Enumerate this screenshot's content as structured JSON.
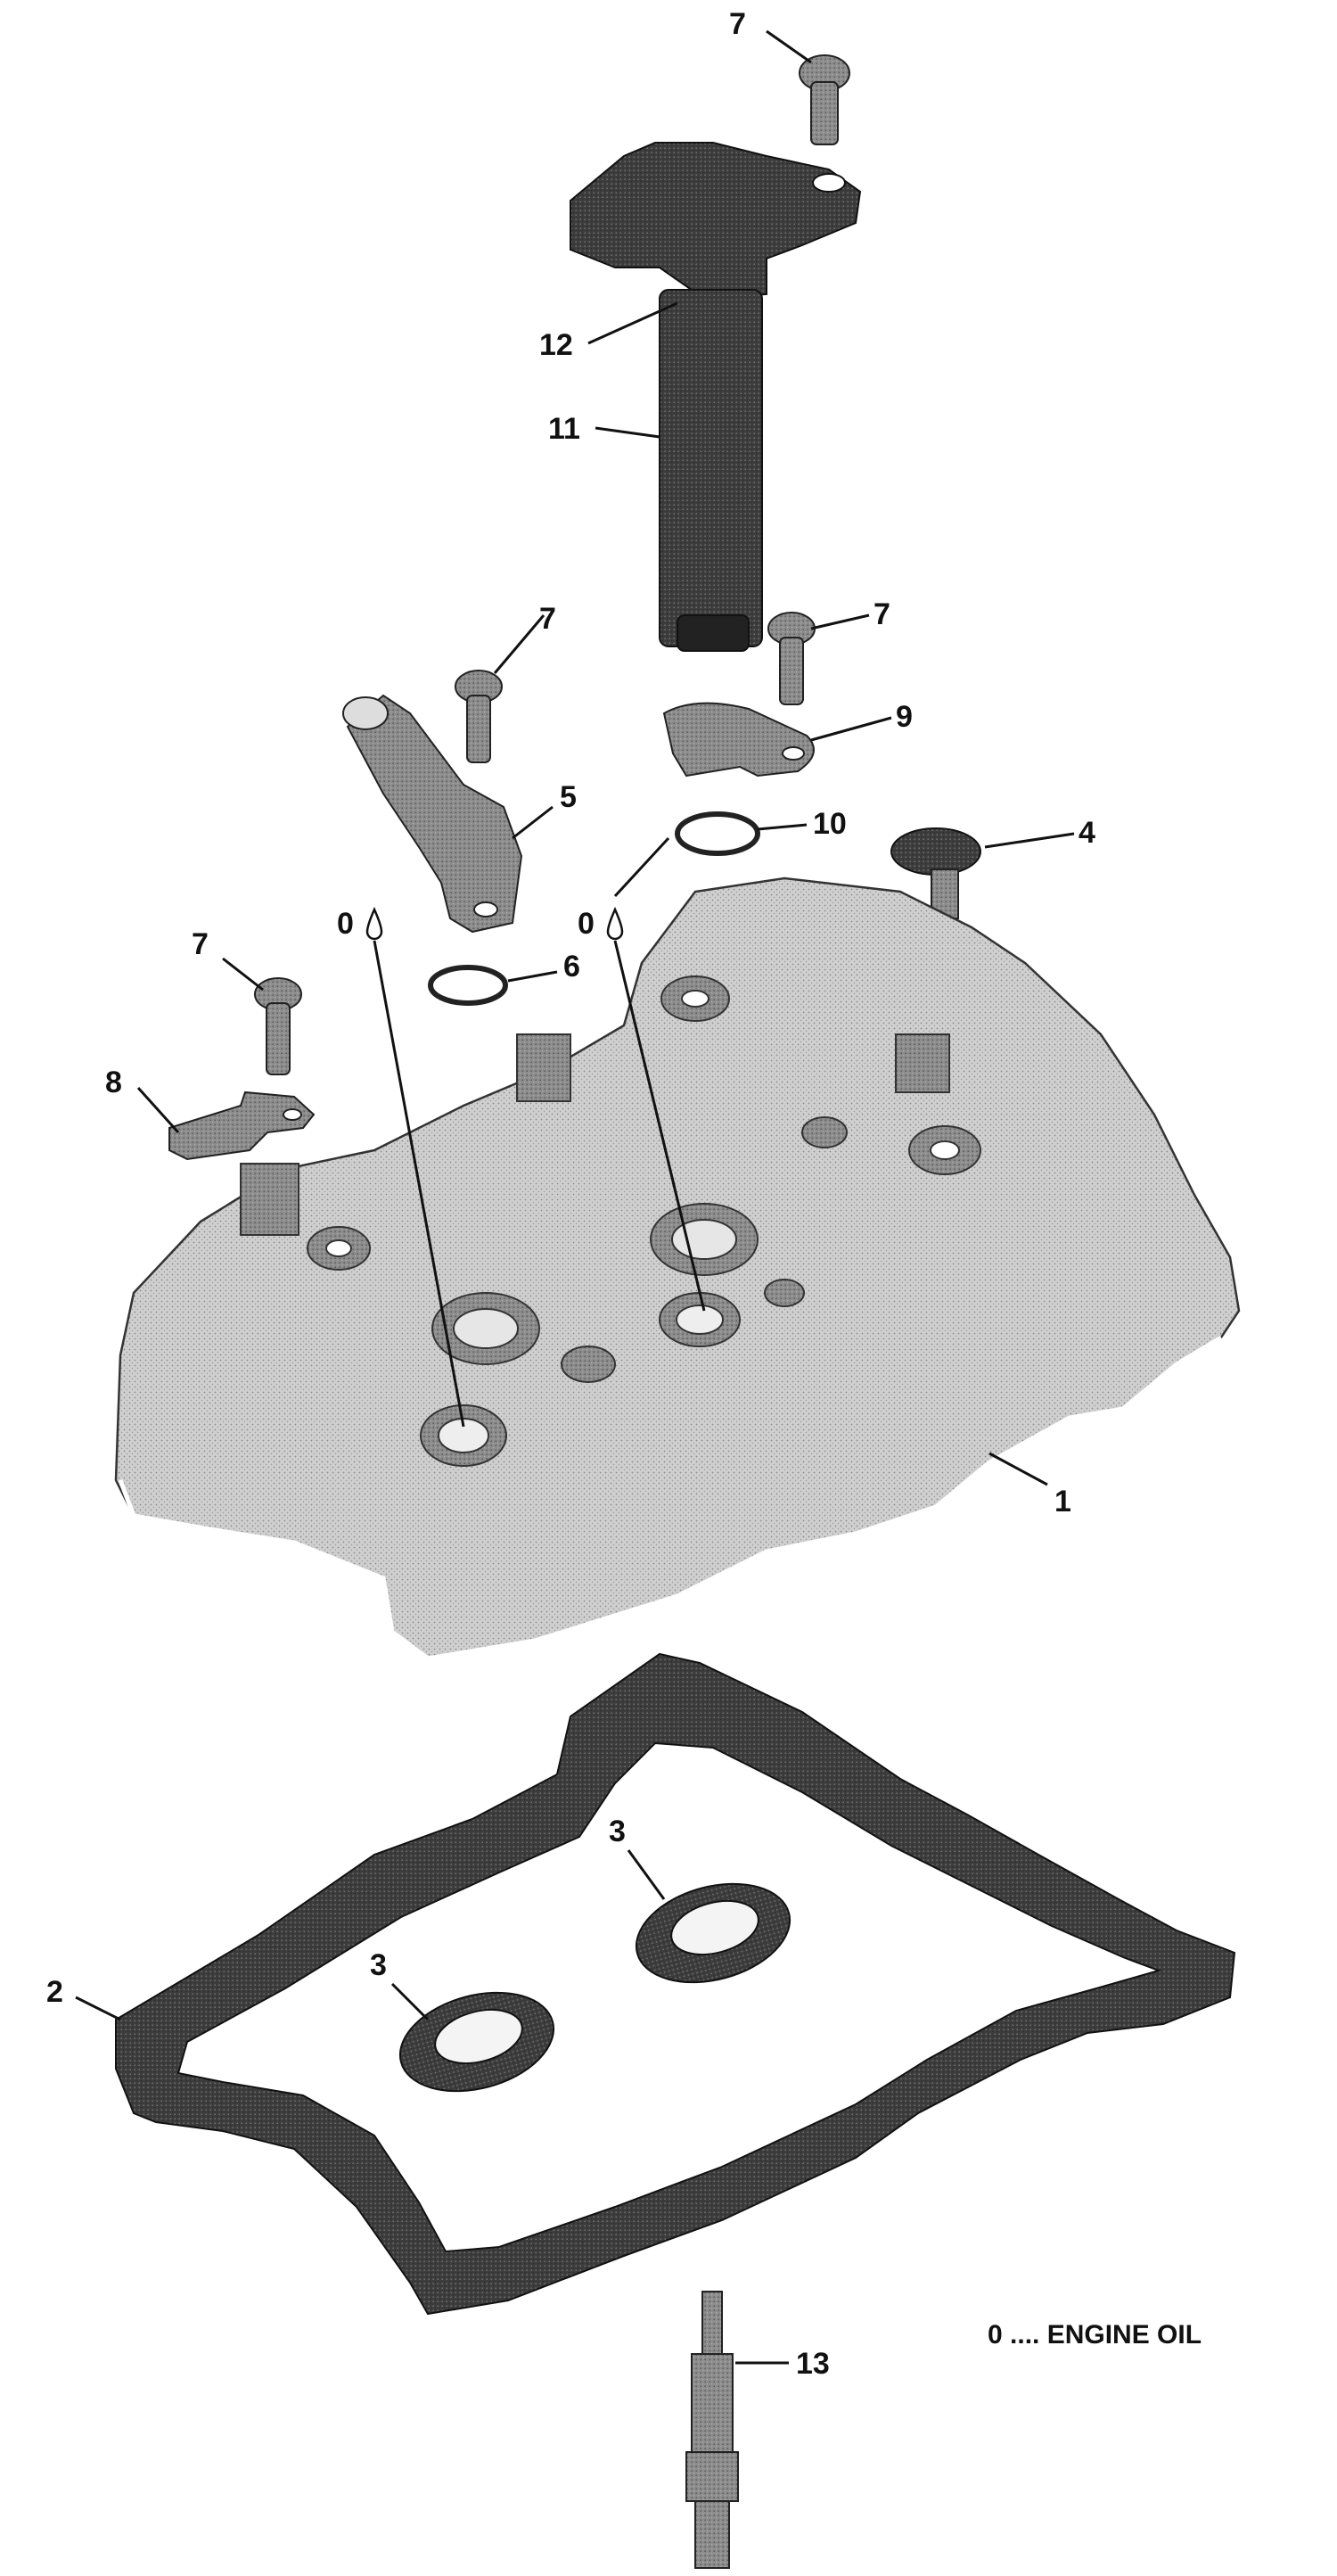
{
  "callouts": {
    "c1": "1",
    "c2": "2",
    "c3a": "3",
    "c3b": "3",
    "c4": "4",
    "c5": "5",
    "c6": "6",
    "c7a": "7",
    "c7b": "7",
    "c7c": "7",
    "c7d": "7",
    "c8": "8",
    "c9": "9",
    "c10": "10",
    "c11": "11",
    "c12": "12",
    "c13": "13",
    "oilA": "0",
    "oilB": "0"
  },
  "legend": {
    "text": "0 .... ENGINE OIL"
  },
  "colors": {
    "cover": "#c8c8c8",
    "cover_shadow": "#9a9a9a",
    "dark_part": "#3a3a3a",
    "gasket": "#2b2b2b",
    "ink": "#111111"
  }
}
